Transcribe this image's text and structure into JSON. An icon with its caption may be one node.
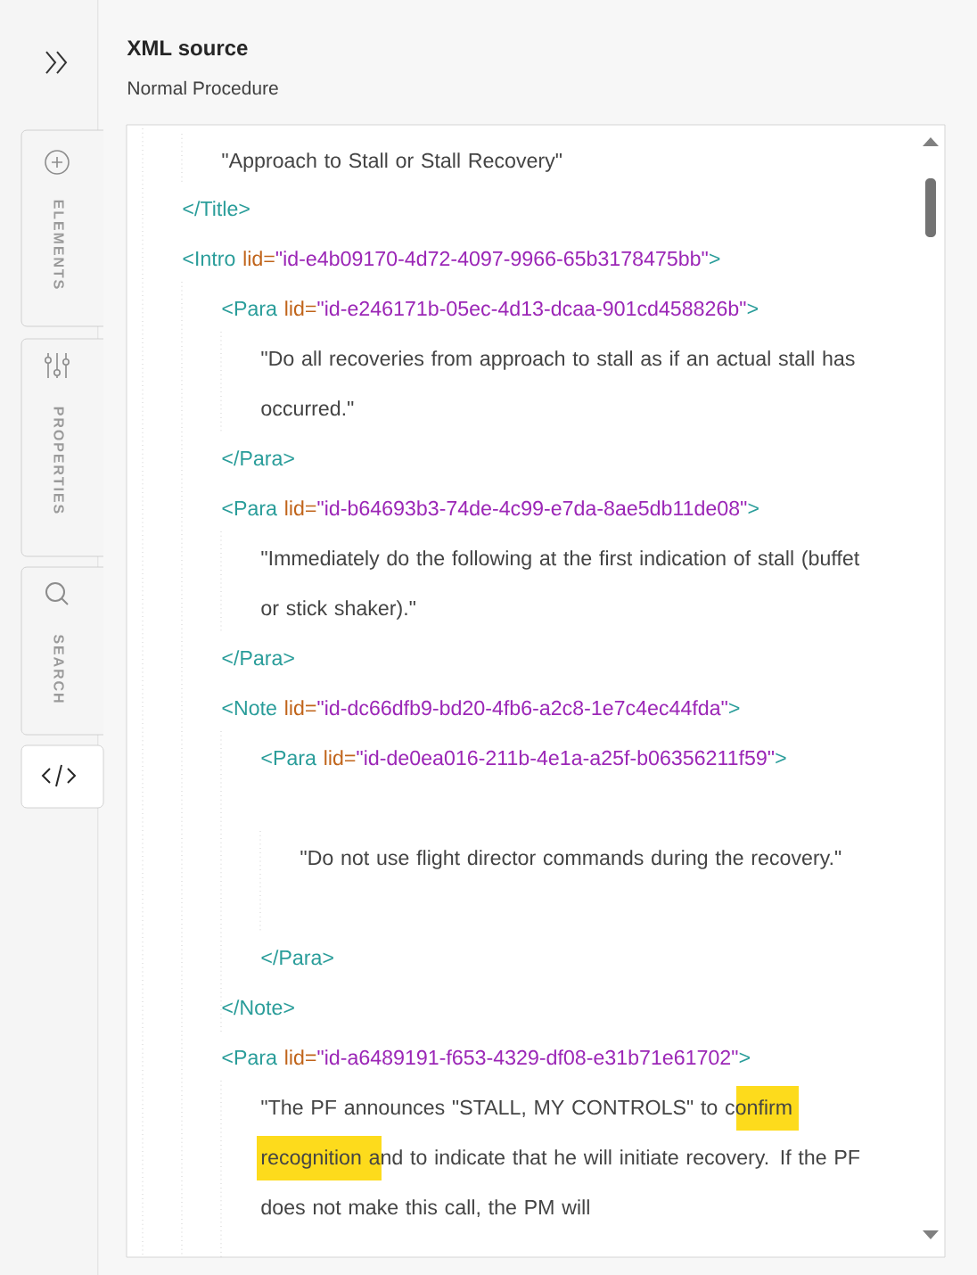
{
  "diagram": {
    "title": "XML source",
    "nodes": [
      {
        "text": [
          "ELEMENTS"
        ]
      },
      {
        "text": [
          "PROPERTIES"
        ]
      },
      {
        "text": [
          "SEARCH"
        ]
      },
      {
        "text": [],
        "shape": "box"
      }
    ],
    "labels": [
      "Normal Procedure",
      "\"Approach to Stall or Stall Recovery\"",
      "</Title>",
      "<Intro",
      "lid=",
      "\"id-e4b09170-4d72-4097-9966-65b3178475bb\"",
      ">",
      "<Para",
      "lid=",
      "\"id-e246171b-05ec-4d13-dcaa-901cd458826b\"",
      ">",
      "\"Do all recoveries from approach to stall as if an actual stall has occurred.\"",
      "</Para>",
      "<Para",
      "lid=",
      "\"id-b64693b3-74de-4c99-e7da-8ae5db11de08\"",
      ">",
      "\"Immediately do the following at the first indication of stall (buffet or stick shaker).\"",
      "</Para>",
      "<Note",
      "lid=",
      "\"id-dc66dfb9-bd20-4fb6-a2c8-1e7c4ec44fda\"",
      ">",
      "<Para",
      "lid=",
      "\"id-de0ea016-211b-4e1a-a25f-b06356211f59\"",
      ">",
      "\"Do not use flight director commands during the recovery.\"",
      "</Para>",
      "</Note>",
      "<Para",
      "lid=",
      "\"id-a6489191-f653-4329-df08-e31b71e61702\"",
      ">",
      "\"The PF announces \"STALL, MY CONTROLS\" to confirm recognition and to indicate that he will initiate recovery. If the PF does not make this call, the PM will"
    ]
  }
}
